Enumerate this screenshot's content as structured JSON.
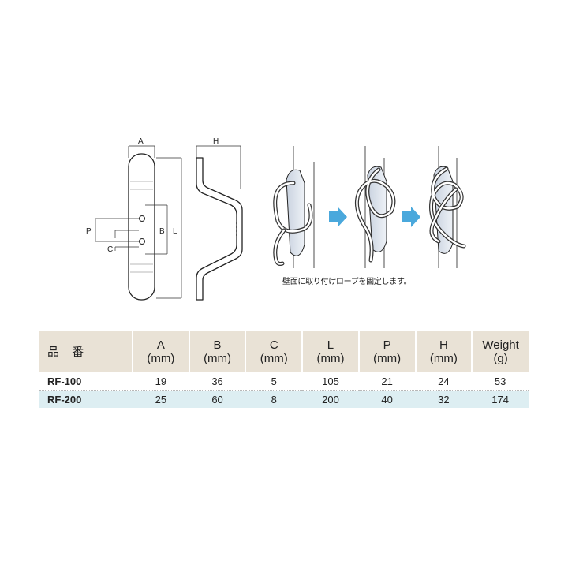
{
  "dimension_labels": {
    "A": "A",
    "H": "H",
    "B": "B",
    "L": "L",
    "P": "P",
    "C": "C"
  },
  "caption": "壁面に取り付けロープを固定します。",
  "arrow_color": "#4aa8dc",
  "header_bg": "#e9e2d6",
  "row2_bg": "#ddeef2",
  "table": {
    "headers": [
      {
        "line1": "品 番",
        "line2": ""
      },
      {
        "line1": "A",
        "line2": "(mm)"
      },
      {
        "line1": "B",
        "line2": "(mm)"
      },
      {
        "line1": "C",
        "line2": "(mm)"
      },
      {
        "line1": "L",
        "line2": "(mm)"
      },
      {
        "line1": "P",
        "line2": "(mm)"
      },
      {
        "line1": "H",
        "line2": "(mm)"
      },
      {
        "line1": "Weight",
        "line2": "(g)"
      }
    ],
    "rows": [
      [
        "RF-100",
        "19",
        "36",
        "5",
        "105",
        "21",
        "24",
        "53"
      ],
      [
        "RF-200",
        "25",
        "60",
        "8",
        "200",
        "40",
        "32",
        "174"
      ]
    ]
  }
}
